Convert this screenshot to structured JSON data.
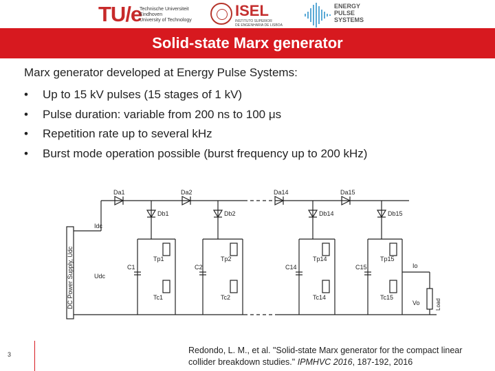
{
  "logos": {
    "tue": {
      "mark": "TU/e",
      "lines": [
        "Technische Universiteit",
        "Eindhoven",
        "University of Technology"
      ]
    },
    "isel": {
      "mark": "ISEL",
      "lines": [
        "INSTITUTO SUPERIOR",
        "DE ENGENHARIA DE LISBOA"
      ]
    },
    "eps": {
      "lines": [
        "ENERGY",
        "PULSE",
        "SYSTEMS"
      ]
    }
  },
  "slide": {
    "title": "Solid-state Marx generator",
    "intro": "Marx generator developed at Energy Pulse Systems:",
    "bullets": [
      "Up to 15 kV pulses (15 stages of 1 kV)",
      "Pulse duration: variable from 200 ns to 100 μs",
      "Repetition rate up to several kHz",
      "Burst mode operation possible (burst frequency up to 200 kHz)"
    ],
    "page_number": "3",
    "reference": {
      "prefix": "Redondo, L. M., et al. \"Solid-state Marx generator for the compact linear collider breakdown studies.\" ",
      "venue": "IPMHVC 2016",
      "suffix": ", 187-192, 2016"
    }
  },
  "circuit": {
    "supply_label": "DC Power Supply, Udc",
    "idc": "Idc",
    "udc": "Udc",
    "da": [
      "Da1",
      "Da2",
      "Da14",
      "Da15"
    ],
    "db": [
      "Db1",
      "Db2",
      "Db14",
      "Db15"
    ],
    "c": [
      "C1",
      "C2",
      "C14",
      "C15"
    ],
    "tp": [
      "Tp1",
      "Tp2",
      "Tp14",
      "Tp15"
    ],
    "tc": [
      "Tc1",
      "Tc2",
      "Tc14",
      "Tc15"
    ],
    "io": "Io",
    "vo": "Vo",
    "load": "Load"
  }
}
